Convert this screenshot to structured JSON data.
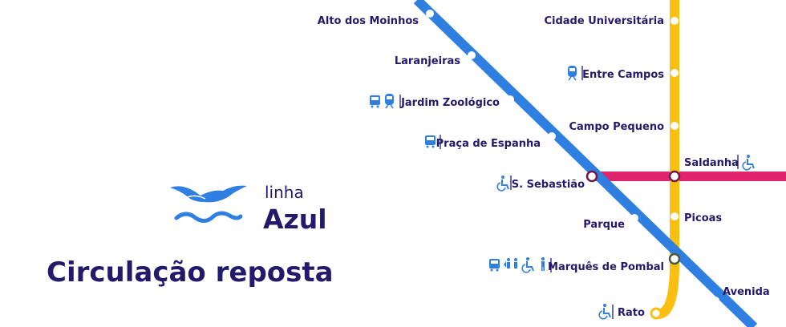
{
  "brand": {
    "line_word": "linha",
    "line_name": "Azul"
  },
  "headline": "Circulação reposta",
  "colors": {
    "azul": "#2f7fe0",
    "amarela": "#fbbf12",
    "vermelha": "#e0246e",
    "text": "#241a6b"
  },
  "stations": {
    "alto_dos_moinhos": "Alto dos Moinhos",
    "laranjeiras": "Laranjeiras",
    "jardim_zoologico": "Jardim Zoológico",
    "praca_de_espanha": "Praça de Espanha",
    "s_sebastiao": "S. Sebastião",
    "parque": "Parque",
    "marques_de_pombal": "Marquês de Pombal",
    "avenida": "Avenida",
    "cidade_universitaria": "Cidade Universitária",
    "entre_campos": "Entre Campos",
    "campo_pequeno": "Campo Pequeno",
    "saldanha": "Saldanha",
    "picoas": "Picoas",
    "rato": "Rato"
  },
  "icons": [
    "bus-icon",
    "train-icon",
    "wheelchair-icon",
    "elevator-icon",
    "toilet-icon"
  ]
}
